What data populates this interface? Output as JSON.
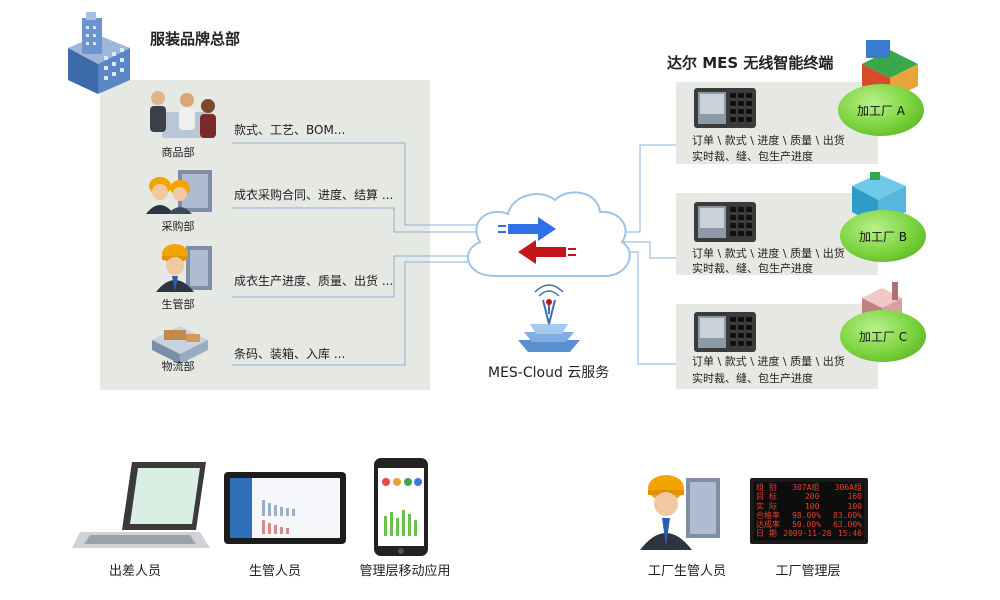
{
  "hq": {
    "title": "服装品牌总部"
  },
  "departments": [
    {
      "name": "商品部",
      "info": "款式、工艺、BOM..."
    },
    {
      "name": "采购部",
      "info": "成衣采购合同、进度、结算 ..."
    },
    {
      "name": "生管部",
      "info": "成衣生产进度、质量、出货 ..."
    },
    {
      "name": "物流部",
      "info": "条码、装箱、入库 ..."
    }
  ],
  "terminal": {
    "title": "达尔 MES 无线智能终端"
  },
  "factories": [
    {
      "name": "加工厂 A",
      "line1": "订单 \\ 款式 \\ 进度 \\ 质量 \\ 出货",
      "line2": "实时裁、缝、包生产进度"
    },
    {
      "name": "加工厂 B",
      "line1": "订单 \\ 款式 \\ 进度 \\ 质量 \\ 出货",
      "line2": "实时裁、缝、包生产进度"
    },
    {
      "name": "加工厂 C",
      "line1": "订单 \\ 款式 \\ 进度 \\ 质量 \\ 出货",
      "line2": "实时裁、缝、包生产进度"
    }
  ],
  "cloud": {
    "label": "MES-Cloud 云服务"
  },
  "bottom": [
    {
      "label": "出差人员",
      "icon": "laptop"
    },
    {
      "label": "生管人员",
      "icon": "tablet"
    },
    {
      "label": "管理层移动应用",
      "icon": "smartphone"
    },
    {
      "label": "工厂生管人员",
      "icon": "worker"
    },
    {
      "label": "工厂管理层",
      "icon": "led-board"
    }
  ],
  "led_board": {
    "rows": [
      [
        "组 别",
        "307A组",
        "306A组"
      ],
      [
        "目 标",
        "200",
        "160"
      ],
      [
        "实 际",
        "100",
        "100"
      ],
      [
        "合格率",
        "98.00%",
        "83.00%"
      ],
      [
        "达成率",
        "50.00%",
        "63.00%"
      ],
      [
        "日 期",
        "2009-11-28",
        "15:46"
      ]
    ]
  },
  "colors": {
    "panel": "#e6e8e3",
    "arrow_out": "#2f6fe8",
    "arrow_in": "#c3141a",
    "connector": "#8ab0d8",
    "factory_green": "#79d23c"
  }
}
